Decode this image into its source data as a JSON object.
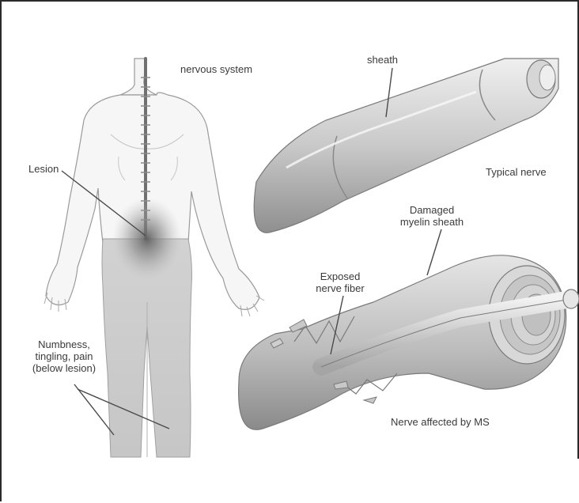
{
  "figure": {
    "labels": {
      "nervous_system": "nervous system",
      "sheath_top": "sheath",
      "lesion": "Lesion",
      "typical_nerve": "Typical nerve",
      "damaged_sheath": "Damaged\nmyelin sheath",
      "exposed_fiber": "Exposed\nnerve fiber",
      "numbness": "Numbness,\ntingling, pain\n(below lesion)",
      "affected_nerve": "Nerve affected by MS"
    }
  }
}
